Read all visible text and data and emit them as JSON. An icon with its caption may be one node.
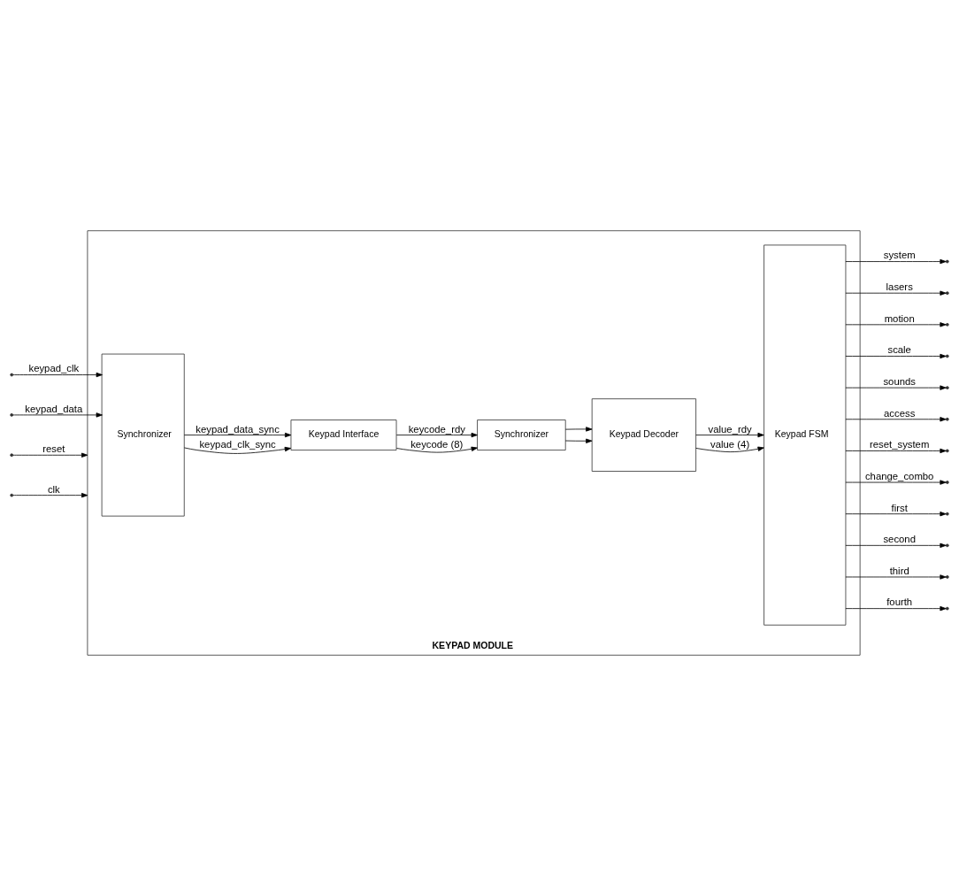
{
  "diagram": {
    "nodes": [
      {
        "text": [
          "KEYPAD MODULE"
        ]
      },
      {
        "text": [
          "Synchronizer"
        ],
        "in": 0
      },
      {
        "text": [
          "Keypad Interface"
        ],
        "in": 0
      },
      {
        "text": [
          "Synchronizer"
        ],
        "in": 0
      },
      {
        "text": [
          "Keypad Decoder"
        ],
        "in": 0
      },
      {
        "text": [
          "Keypad FSM"
        ],
        "in": 0
      }
    ],
    "edges": [
      {
        "from": null,
        "to": 1,
        "arrow": "to",
        "label": "keypad_clk"
      },
      {
        "from": null,
        "to": 1,
        "arrow": "to",
        "label": "keypad_data"
      },
      {
        "from": null,
        "to": 0,
        "arrow": "to",
        "label": "reset"
      },
      {
        "from": null,
        "to": 0,
        "arrow": "to",
        "label": "clk"
      },
      {
        "from": 1,
        "to": 2,
        "arrow": "to",
        "label": "keypad_clk_sync"
      },
      {
        "from": 1,
        "to": 2,
        "arrow": "to",
        "label": "keypad_data_sync"
      },
      {
        "from": 2,
        "to": 3,
        "arrow": "to",
        "label": "keycode (8)"
      },
      {
        "from": 2,
        "to": 3,
        "arrow": "to",
        "label": "keycode_rdy"
      },
      {
        "from": 3,
        "to": 4,
        "arrow": "to"
      },
      {
        "from": 3,
        "to": 4,
        "arrow": "to"
      },
      {
        "from": 4,
        "to": 5,
        "arrow": "to",
        "label": "value (4)"
      },
      {
        "from": 4,
        "to": 5,
        "arrow": "to",
        "label": "value_rdy"
      },
      {
        "from": 5,
        "to": null,
        "arrow": "to",
        "label": "system"
      },
      {
        "from": 5,
        "to": null,
        "arrow": "to",
        "label": "lasers"
      },
      {
        "from": 5,
        "to": null,
        "arrow": "to",
        "label": "motion"
      },
      {
        "from": 5,
        "to": null,
        "arrow": "to",
        "label": "scale"
      },
      {
        "from": 5,
        "to": null,
        "arrow": "to",
        "label": "sounds"
      },
      {
        "from": 5,
        "to": null,
        "arrow": "to",
        "label": "access"
      },
      {
        "from": 5,
        "to": null,
        "arrow": "to",
        "label": "reset_system"
      },
      {
        "from": 5,
        "to": null,
        "arrow": "to",
        "label": "change_combo"
      },
      {
        "from": 5,
        "to": null,
        "arrow": "to",
        "label": "first"
      },
      {
        "from": 5,
        "to": null,
        "arrow": "to",
        "label": "second"
      },
      {
        "from": 5,
        "to": null,
        "arrow": "to",
        "label": "third"
      },
      {
        "from": 5,
        "to": null,
        "arrow": "to",
        "label": "fourth"
      }
    ]
  }
}
